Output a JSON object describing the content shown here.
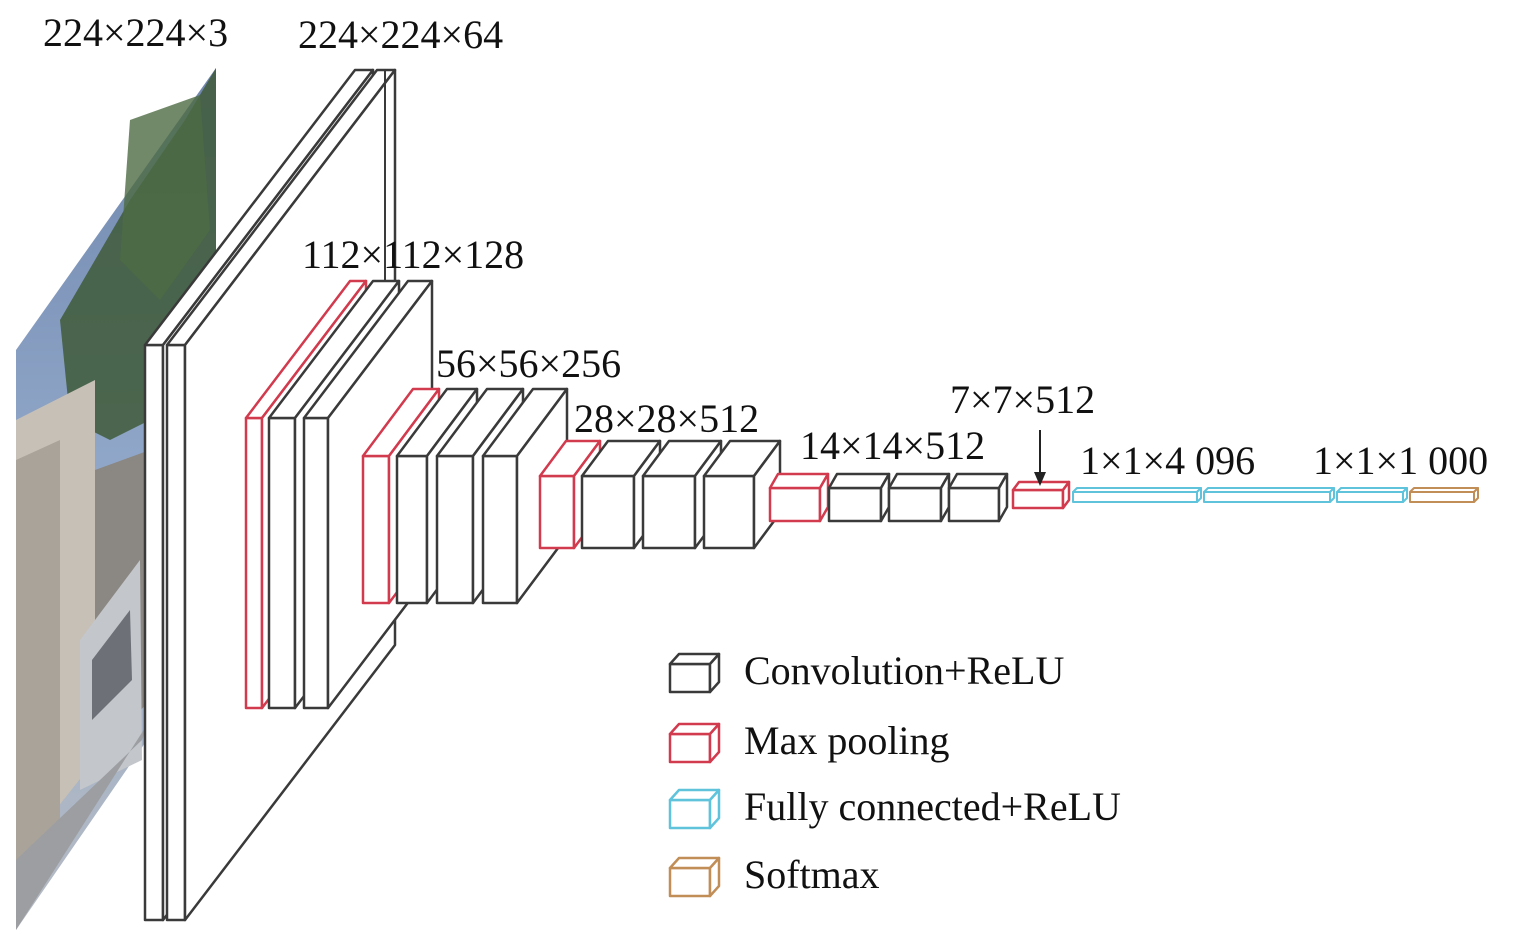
{
  "colors": {
    "conv": "#3a3a3a",
    "pool": "#d23a4e",
    "fc": "#5fc3dc",
    "softmax": "#c28e57",
    "text": "#111111"
  },
  "dimension_labels": [
    "224×224×3",
    "224×224×64",
    "112×112×128",
    "56×56×256",
    "28×28×512",
    "14×14×512",
    "7×7×512",
    "1×1×4 096",
    "1×1×1 000"
  ],
  "legend": [
    {
      "label": "Convolution+ReLU",
      "kind": "conv"
    },
    {
      "label": "Max pooling",
      "kind": "pool"
    },
    {
      "label": "Fully connected+ReLU",
      "kind": "fc"
    },
    {
      "label": "Softmax",
      "kind": "softmax"
    }
  ],
  "input_image": {
    "icon": "street-photo-icon"
  }
}
